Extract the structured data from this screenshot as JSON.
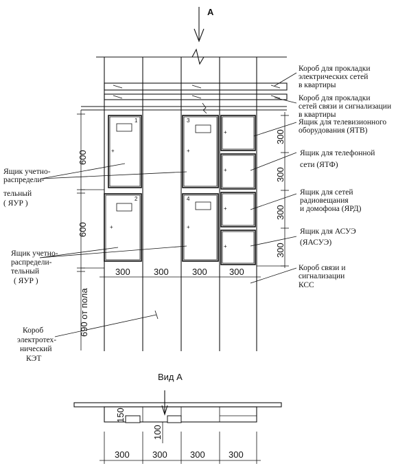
{
  "view_marker": "А",
  "view_title": "Вид А",
  "callouts": {
    "duct_electric": [
      "Короб для прокладки",
      "электрических сетей",
      "в квартиры"
    ],
    "duct_comm": [
      "Короб для прокладки",
      "сетей связи и сигнализации",
      "в квартиры"
    ],
    "box_tv": [
      "Ящик для телевизионного",
      "оборудования (ЯТВ)"
    ],
    "box_phone": [
      "Ящик для телефонной",
      "сети (ЯТФ)"
    ],
    "box_radio": [
      "Ящик для сетей",
      "радиовещания",
      "и домофона (ЯРД)"
    ],
    "box_asue": [
      "Ящик для АСУЭ",
      "(ЯАСУЭ)"
    ],
    "duct_kss": [
      "Короб связи и",
      "сигнализации",
      "КСС"
    ],
    "yur_upper": [
      "Ящик учетно-",
      "распредели-",
      "тельный",
      "( ЯУР )"
    ],
    "yur_lower": [
      "Ящик учетно-",
      "распредели-",
      "тельный",
      "( ЯУР )"
    ],
    "duct_ket": [
      "Короб",
      "электротех-",
      "нический",
      "КЭТ"
    ]
  },
  "dimensions": {
    "height_600_upper": "600",
    "height_600_lower": "600",
    "height_300": [
      "300",
      "300",
      "300",
      "300"
    ],
    "width_300": [
      "300",
      "300",
      "300",
      "300"
    ],
    "from_floor": "690 от пола",
    "plan_width_300": [
      "300",
      "300",
      "300",
      "300"
    ],
    "plan_150": "150",
    "plan_100": "100"
  },
  "box_numbers": [
    "1",
    "2",
    "3",
    "4"
  ]
}
